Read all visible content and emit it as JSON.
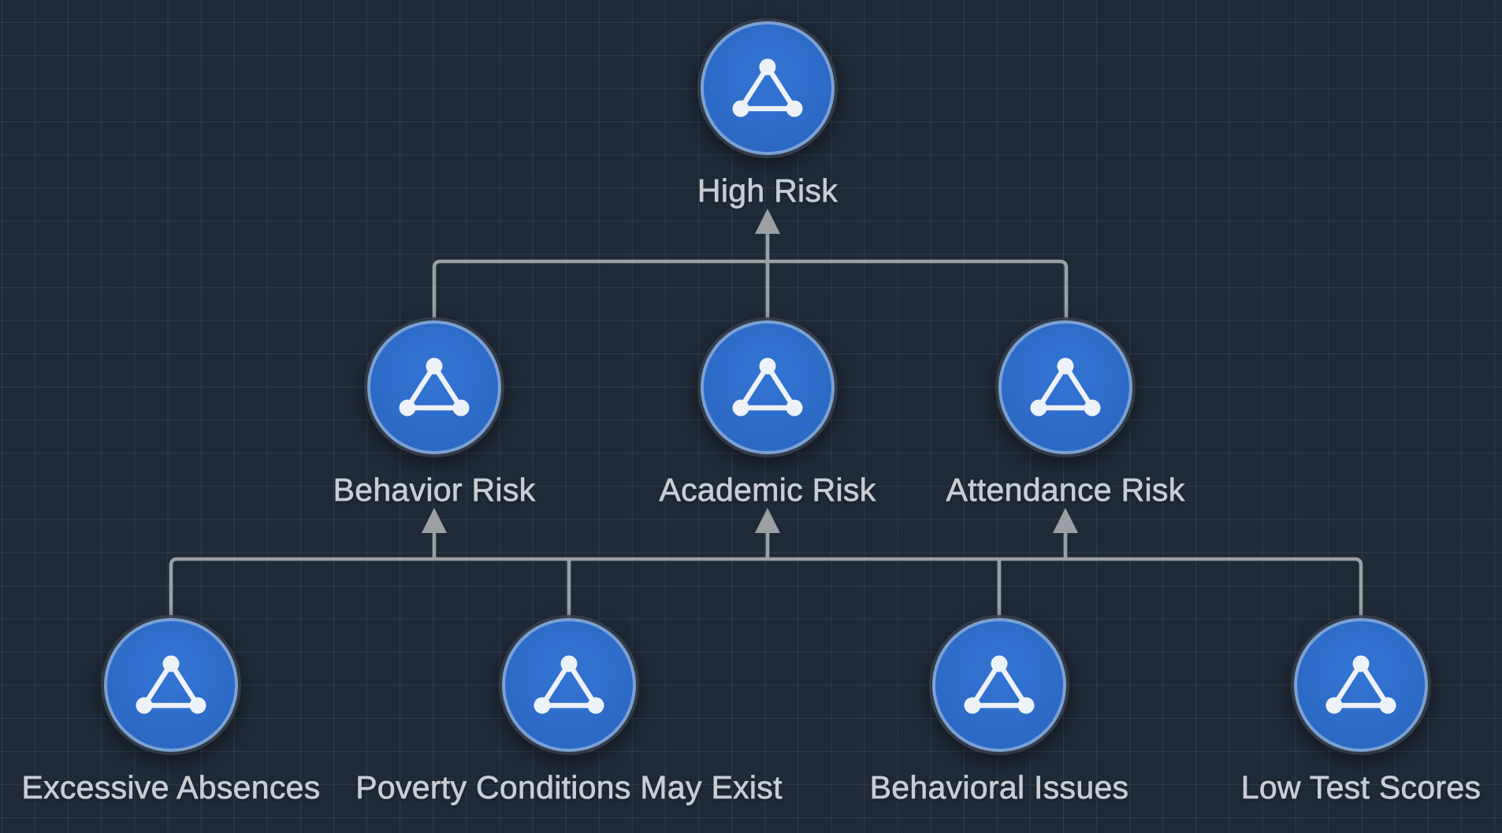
{
  "title": "Risk factor hierarchy diagram",
  "palette": {
    "canvas_background": "#1f2a37",
    "grid_line": "rgba(136,168,204,0.14)",
    "connector": "#9aa0a3",
    "node_fill": "#2c69c5",
    "node_ring": "#7ba1d3",
    "label_text": "#c7cdd3",
    "icon_color": "#edf2f9"
  },
  "nodes": [
    {
      "id": "high-risk",
      "label": "High Risk",
      "row": "top",
      "icon": "triangle-network"
    },
    {
      "id": "behavior-risk",
      "label": "Behavior Risk",
      "row": "middle",
      "icon": "triangle-network"
    },
    {
      "id": "academic-risk",
      "label": "Academic Risk",
      "row": "middle",
      "icon": "triangle-network"
    },
    {
      "id": "attendance-risk",
      "label": "Attendance Risk",
      "row": "middle",
      "icon": "triangle-network"
    },
    {
      "id": "excessive-absences",
      "label": "Excessive Absences",
      "row": "bottom",
      "icon": "triangle-network"
    },
    {
      "id": "poverty-conditions",
      "label": "Poverty Conditions May Exist",
      "row": "bottom",
      "icon": "triangle-network"
    },
    {
      "id": "behavioral-issues",
      "label": "Behavioral Issues",
      "row": "bottom",
      "icon": "triangle-network"
    },
    {
      "id": "low-test-scores",
      "label": "Low Test Scores",
      "row": "bottom",
      "icon": "triangle-network"
    }
  ],
  "connectors": [
    {
      "style": "elbow-bus",
      "arrowheads": "up",
      "sources": [
        "Behavior Risk",
        "Academic Risk",
        "Attendance Risk"
      ],
      "targets": [
        "High Risk"
      ]
    },
    {
      "style": "elbow-bus",
      "arrowheads": "up",
      "sources": [
        "Excessive Absences",
        "Poverty Conditions May Exist",
        "Behavioral Issues",
        "Low Test Scores"
      ],
      "targets": [
        "Behavior Risk",
        "Academic Risk",
        "Attendance Risk"
      ]
    }
  ]
}
